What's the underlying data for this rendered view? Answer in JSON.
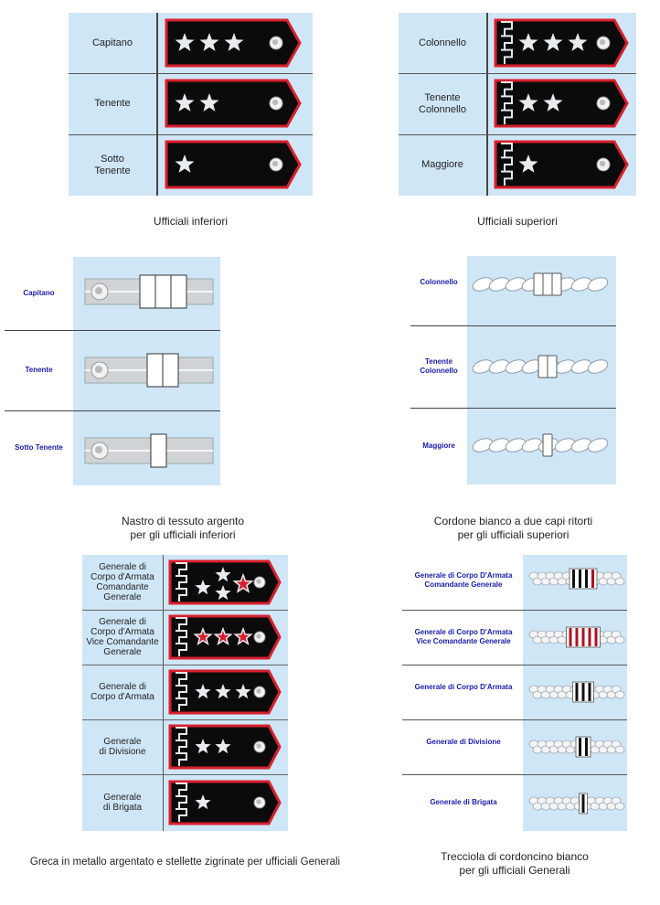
{
  "colors": {
    "panel": "#cfe6f7",
    "board": "#0b0b0b",
    "trim": "#d8202e",
    "silver": "#e9ecef",
    "label_blue": "#1a1aa8"
  },
  "inferiori": {
    "rows": [
      {
        "label": "Capitano",
        "stars": 3
      },
      {
        "label": "Tenente",
        "stars": 2
      },
      {
        "label": "Sotto\nTenente",
        "stars": 1
      }
    ],
    "caption": "Ufficiali inferiori"
  },
  "superiori": {
    "rows": [
      {
        "label": "Colonnello",
        "stars": 3
      },
      {
        "label": "Tenente\nColonnello",
        "stars": 2
      },
      {
        "label": "Maggiore",
        "stars": 1
      }
    ],
    "caption": "Ufficiali superiori"
  },
  "nastro": {
    "rows": [
      {
        "label": "Capitano",
        "bands": 3
      },
      {
        "label": "Tenente",
        "bands": 2
      },
      {
        "label": "Sotto Tenente",
        "bands": 1
      }
    ],
    "caption": "Nastro di tessuto argento\nper gli ufficiali inferiori"
  },
  "cordone": {
    "rows": [
      {
        "label": "Colonnello",
        "bands": 3
      },
      {
        "label": "Tenente\nColonnello",
        "bands": 2
      },
      {
        "label": "Maggiore",
        "bands": 1
      }
    ],
    "caption": "Cordone bianco a due capi ritorti\nper gli ufficiali superiori"
  },
  "generali": {
    "rows": [
      {
        "label": "Generale di\nCorpo d'Armata\nComandante\nGenerale",
        "stars": 4,
        "red": 1,
        "layout": "cluster"
      },
      {
        "label": "Generale di\nCorpo d'Armata\nVice Comandante\nGenerale",
        "stars": 3,
        "red": 3,
        "layout": "row"
      },
      {
        "label": "Generale di\nCorpo d'Armata",
        "stars": 3,
        "red": 0,
        "layout": "row"
      },
      {
        "label": "Generale\ndi Divisione",
        "stars": 2,
        "red": 0,
        "layout": "row"
      },
      {
        "label": "Generale\ndi Brigata",
        "stars": 1,
        "red": 0,
        "layout": "row"
      }
    ],
    "caption": "Greca in metallo argentato e stellette zigrinate per ufficiali Generali"
  },
  "trecciola": {
    "rows": [
      {
        "label": "Generale di Corpo D'Armata\nComandante Generale",
        "bands": 4,
        "red": 1
      },
      {
        "label": "Generale di Corpo D'Armata\nVice Comandante Generale",
        "bands": 5,
        "red": 5
      },
      {
        "label": "Generale di Corpo D'Armata",
        "bands": 3,
        "red": 0
      },
      {
        "label": "Generale di Divisione",
        "bands": 2,
        "red": 0
      },
      {
        "label": "Generale di Brigata",
        "bands": 1,
        "red": 0
      }
    ],
    "caption": "Trecciola di cordoncino bianco\nper gli ufficiali Generali"
  }
}
